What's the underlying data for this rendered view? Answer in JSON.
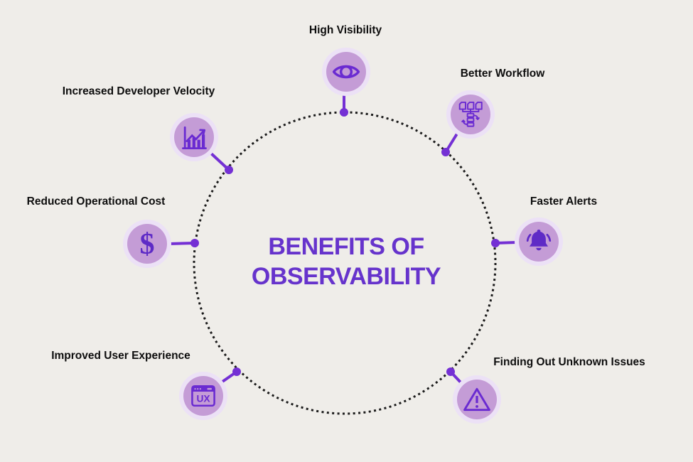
{
  "title": {
    "line1": "BENEFITS OF",
    "line2": "OBSERVABILITY"
  },
  "items": [
    {
      "label": "High Visibility",
      "icon": "eye-icon"
    },
    {
      "label": "Better Workflow",
      "icon": "workflow-icon"
    },
    {
      "label": "Faster Alerts",
      "icon": "bell-icon"
    },
    {
      "label": "Finding Out Unknown Issues",
      "icon": "warning-triangle-icon"
    },
    {
      "label": "Improved User Experience",
      "icon": "ux-browser-icon",
      "icon_text": "UX"
    },
    {
      "label": "Reduced Operational Cost",
      "icon": "dollar-icon",
      "icon_text": "$"
    },
    {
      "label": "Increased Developer Velocity",
      "icon": "bar-chart-growth-icon"
    }
  ],
  "colors": {
    "background": "#efede9",
    "title_purple": "#6633cc",
    "icon_purple": "#6a2bd1",
    "bell_fill": "#5e2bc6",
    "badge_outer": "#ece1f6",
    "badge_inner": "#c49cd6",
    "connector_purple": "#7430d4",
    "dotted_circle": "#1b1b1b",
    "label_black": "#0d0d0d"
  }
}
